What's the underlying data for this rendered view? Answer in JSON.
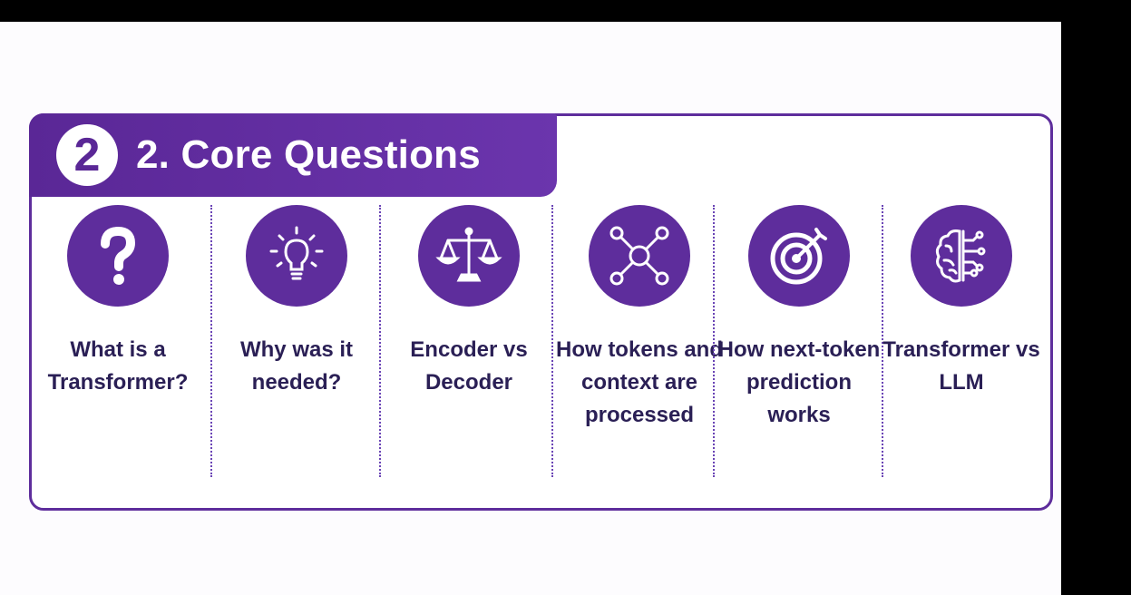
{
  "section": {
    "number": "2",
    "title": "2. Core Questions"
  },
  "items": [
    {
      "label": "What is a Transformer?",
      "icon": "question-mark-icon"
    },
    {
      "label": "Why was it needed?",
      "icon": "lightbulb-icon"
    },
    {
      "label": "Encoder vs Decoder",
      "icon": "balance-scale-icon"
    },
    {
      "label": "How tokens and context are processed",
      "icon": "network-nodes-icon"
    },
    {
      "label": "How next-token prediction works",
      "icon": "target-arrow-icon"
    },
    {
      "label": "Transformer vs LLM",
      "icon": "brain-circuit-icon"
    }
  ],
  "colors": {
    "accent": "#5e2d9c",
    "text": "#2a1f55",
    "background": "#ffffff"
  }
}
